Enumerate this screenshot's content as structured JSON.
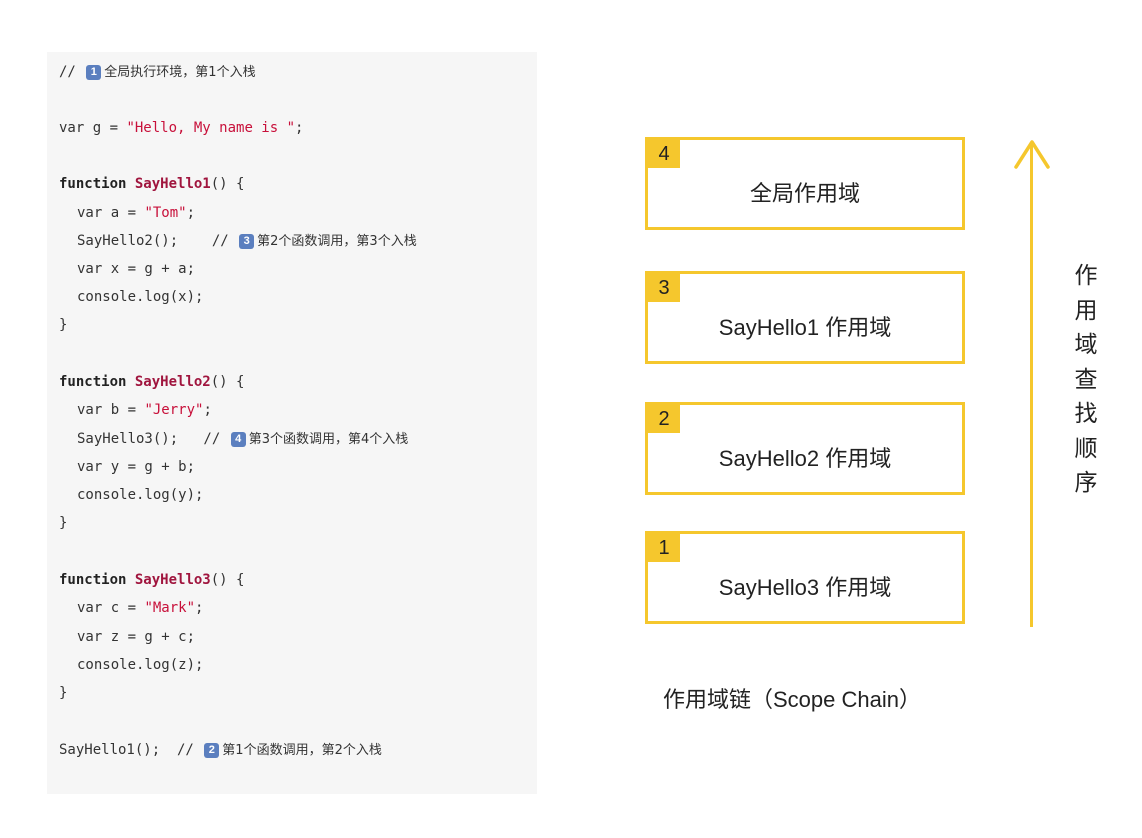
{
  "code": {
    "lines": [
      {
        "comment_prefix": "// ",
        "badge": "1",
        "comment_text": "全局执行环境，第1个入栈"
      },
      {
        "parts": [
          "var g = ",
          "\"Hello, My name is \"",
          ";"
        ]
      },
      {
        "keyword": "function",
        "name": "SayHello1",
        "rest": "() {"
      },
      {
        "parts": [
          "var a = ",
          "\"Tom\"",
          ";"
        ]
      },
      {
        "code": "SayHello2();    // ",
        "badge": "3",
        "comment_text": "第2个函数调用，第3个入栈"
      },
      {
        "text": "var x = g + a;"
      },
      {
        "text": "console.log(x);"
      },
      {
        "text": "}"
      },
      {
        "keyword": "function",
        "name": "SayHello2",
        "rest": "() {"
      },
      {
        "parts": [
          "var b = ",
          "\"Jerry\"",
          ";"
        ]
      },
      {
        "code": "SayHello3();   // ",
        "badge": "4",
        "comment_text": "第3个函数调用，第4个入栈"
      },
      {
        "text": "var y = g + b;"
      },
      {
        "text": "console.log(y);"
      },
      {
        "text": "}"
      },
      {
        "keyword": "function",
        "name": "SayHello3",
        "rest": "() {"
      },
      {
        "parts": [
          "var c = ",
          "\"Mark\"",
          ";"
        ]
      },
      {
        "text": "var z = g + c;"
      },
      {
        "text": "console.log(z);"
      },
      {
        "text": "}"
      },
      {
        "code": "SayHello1();  // ",
        "badge": "2",
        "comment_text": "第1个函数调用，第2个入栈"
      }
    ]
  },
  "scopes": [
    {
      "number": "4",
      "label": "全局作用域"
    },
    {
      "number": "3",
      "label": "SayHello1 作用域"
    },
    {
      "number": "2",
      "label": "SayHello2 作用域"
    },
    {
      "number": "1",
      "label": "SayHello3 作用域"
    }
  ],
  "chain_label": "作用域链（Scope Chain）",
  "lookup_order_label": "作用域查找顺序",
  "colors": {
    "accent": "#f5c72d",
    "badge": "#5b7fbf",
    "function_name": "#a0153e",
    "string": "#c8103a"
  }
}
